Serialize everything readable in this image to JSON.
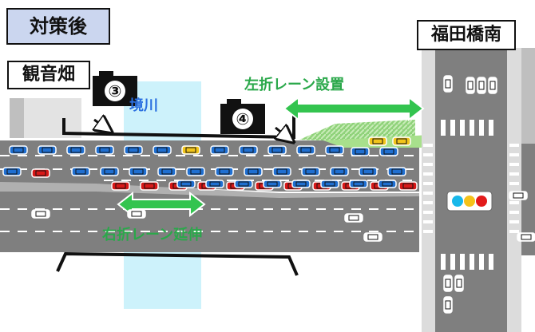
{
  "title": "対策後",
  "places": {
    "left": "観音畑",
    "right": "福田橋南"
  },
  "river_label": "境川",
  "annotations": {
    "left_turn": "左折レーン設置",
    "right_turn": "右折レーン延伸"
  },
  "cameras": [
    {
      "label": "③"
    },
    {
      "label": "④"
    }
  ],
  "colors": {
    "title_bg": "#cbd6ef",
    "river": "#cdf2fb",
    "road": "#7f7f7f",
    "green_arrow": "#33c44f",
    "river_text": "#2a6fe0",
    "annotation_text": "#2aa84a",
    "car_blue": "#1f6fd1",
    "car_red": "#d81818",
    "car_yellow": "#f2c51a"
  }
}
